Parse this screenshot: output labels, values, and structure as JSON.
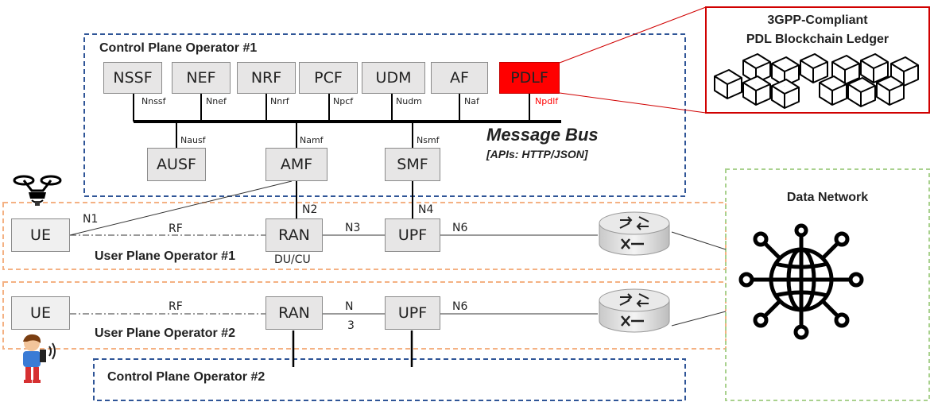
{
  "control_plane_1": {
    "title": "Control Plane Operator #1",
    "top_nfs": [
      {
        "name": "NSSF",
        "iface": "Nnssf"
      },
      {
        "name": "NEF",
        "iface": "Nnef"
      },
      {
        "name": "NRF",
        "iface": "Nnrf"
      },
      {
        "name": "PCF",
        "iface": "Npcf"
      },
      {
        "name": "UDM",
        "iface": "Nudm"
      },
      {
        "name": "AF",
        "iface": "Naf"
      },
      {
        "name": "PDLF",
        "iface": "Npdlf"
      }
    ],
    "bottom_nfs": [
      {
        "name": "AUSF",
        "iface": "Nausf"
      },
      {
        "name": "AMF",
        "iface": "Namf"
      },
      {
        "name": "SMF",
        "iface": "Nsmf"
      }
    ],
    "bus_title": "Message Bus",
    "bus_subtitle": "[APIs: HTTP/JSON]"
  },
  "ledger": {
    "title_line1": "3GPP-Compliant",
    "title_line2": "PDL Blockchain Ledger"
  },
  "user_plane_1": {
    "title": "User Plane Operator #1",
    "ue": "UE",
    "ran": "RAN",
    "upf": "UPF",
    "ran_note": "DU/CU",
    "n1": "N1",
    "rf": "RF",
    "n2": "N2",
    "n3": "N3",
    "n4": "N4",
    "n6": "N6"
  },
  "user_plane_2": {
    "title": "User Plane Operator #2",
    "ue": "UE",
    "ran": "RAN",
    "upf": "UPF",
    "rf": "RF",
    "n3_line1": "N",
    "n3_line2": "3",
    "n6": "N6"
  },
  "control_plane_2": {
    "title": "Control Plane Operator #2"
  },
  "data_network": {
    "title": "Data Network"
  },
  "colors": {
    "blue_dash": "#2f5597",
    "orange_dash": "#f4b183",
    "green_dash": "#a9d18e",
    "pdlf_red": "#ff0000",
    "ledger_border": "#d00000",
    "npdlf_text": "#ff0000"
  },
  "icons": [
    "drone-icon",
    "person-phone-icon",
    "router-icon",
    "globe-network-icon",
    "blockchain-icon"
  ]
}
